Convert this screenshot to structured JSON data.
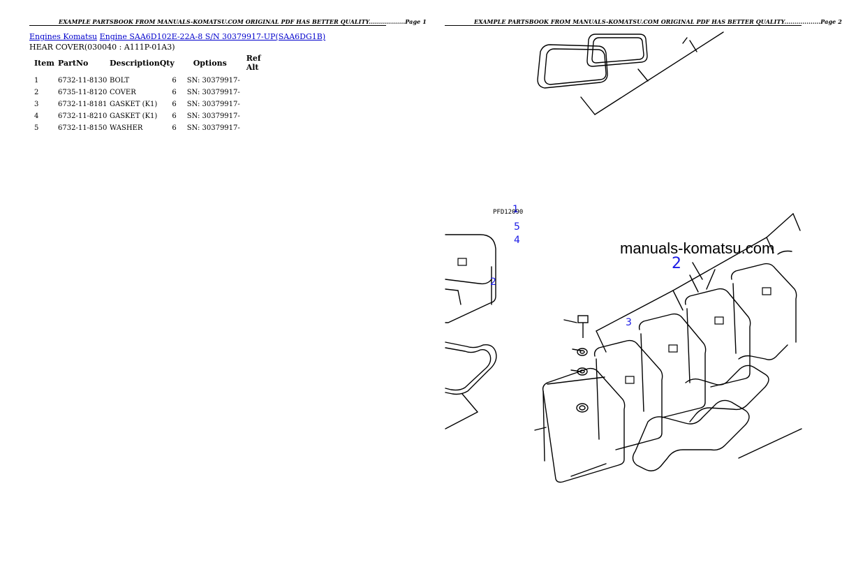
{
  "page1": {
    "header": "EXAMPLE PARTSBOOK FROM MANUALS-KOMATSU.COM ORIGINAL PDF HAS BETTER QUALITY..................Page 1",
    "breadcrumb": {
      "link1": "Engines Komatsu",
      "link2": "Engine SAA6D102E-22A-8 S/N 30379917-UP(SAA6DG1B)"
    },
    "section_title": "HEAR COVER(030040 : A111P-01A3)",
    "table": {
      "headers": [
        "Item",
        "PartNo",
        "Description",
        "Qty",
        "Options",
        "Ref Alt"
      ],
      "rows": [
        {
          "item": "1",
          "part": "6732-11-8130",
          "desc": "BOLT",
          "qty": "6",
          "opt": "SN: 30379917-",
          "ref": ""
        },
        {
          "item": "2",
          "part": "6735-11-8120",
          "desc": "COVER",
          "qty": "6",
          "opt": "SN: 30379917-",
          "ref": ""
        },
        {
          "item": "3",
          "part": "6732-11-8181",
          "desc": "GASKET (K1)",
          "qty": "6",
          "opt": "SN: 30379917-",
          "ref": ""
        },
        {
          "item": "4",
          "part": "6732-11-8210",
          "desc": "GASKET (K1)",
          "qty": "6",
          "opt": "SN: 30379917-",
          "ref": ""
        },
        {
          "item": "5",
          "part": "6732-11-8150",
          "desc": "WASHER",
          "qty": "6",
          "opt": "SN: 30379917-",
          "ref": ""
        }
      ]
    }
  },
  "page2": {
    "header": "EXAMPLE PARTSBOOK FROM MANUALS-KOMATSU.COM ORIGINAL PDF HAS BETTER QUALITY..................Page 2",
    "drawing": {
      "code": "PFD12090",
      "watermark": "manuals-komatsu.com",
      "callouts": [
        "1",
        "5",
        "4",
        "2",
        "2",
        "3"
      ]
    }
  }
}
